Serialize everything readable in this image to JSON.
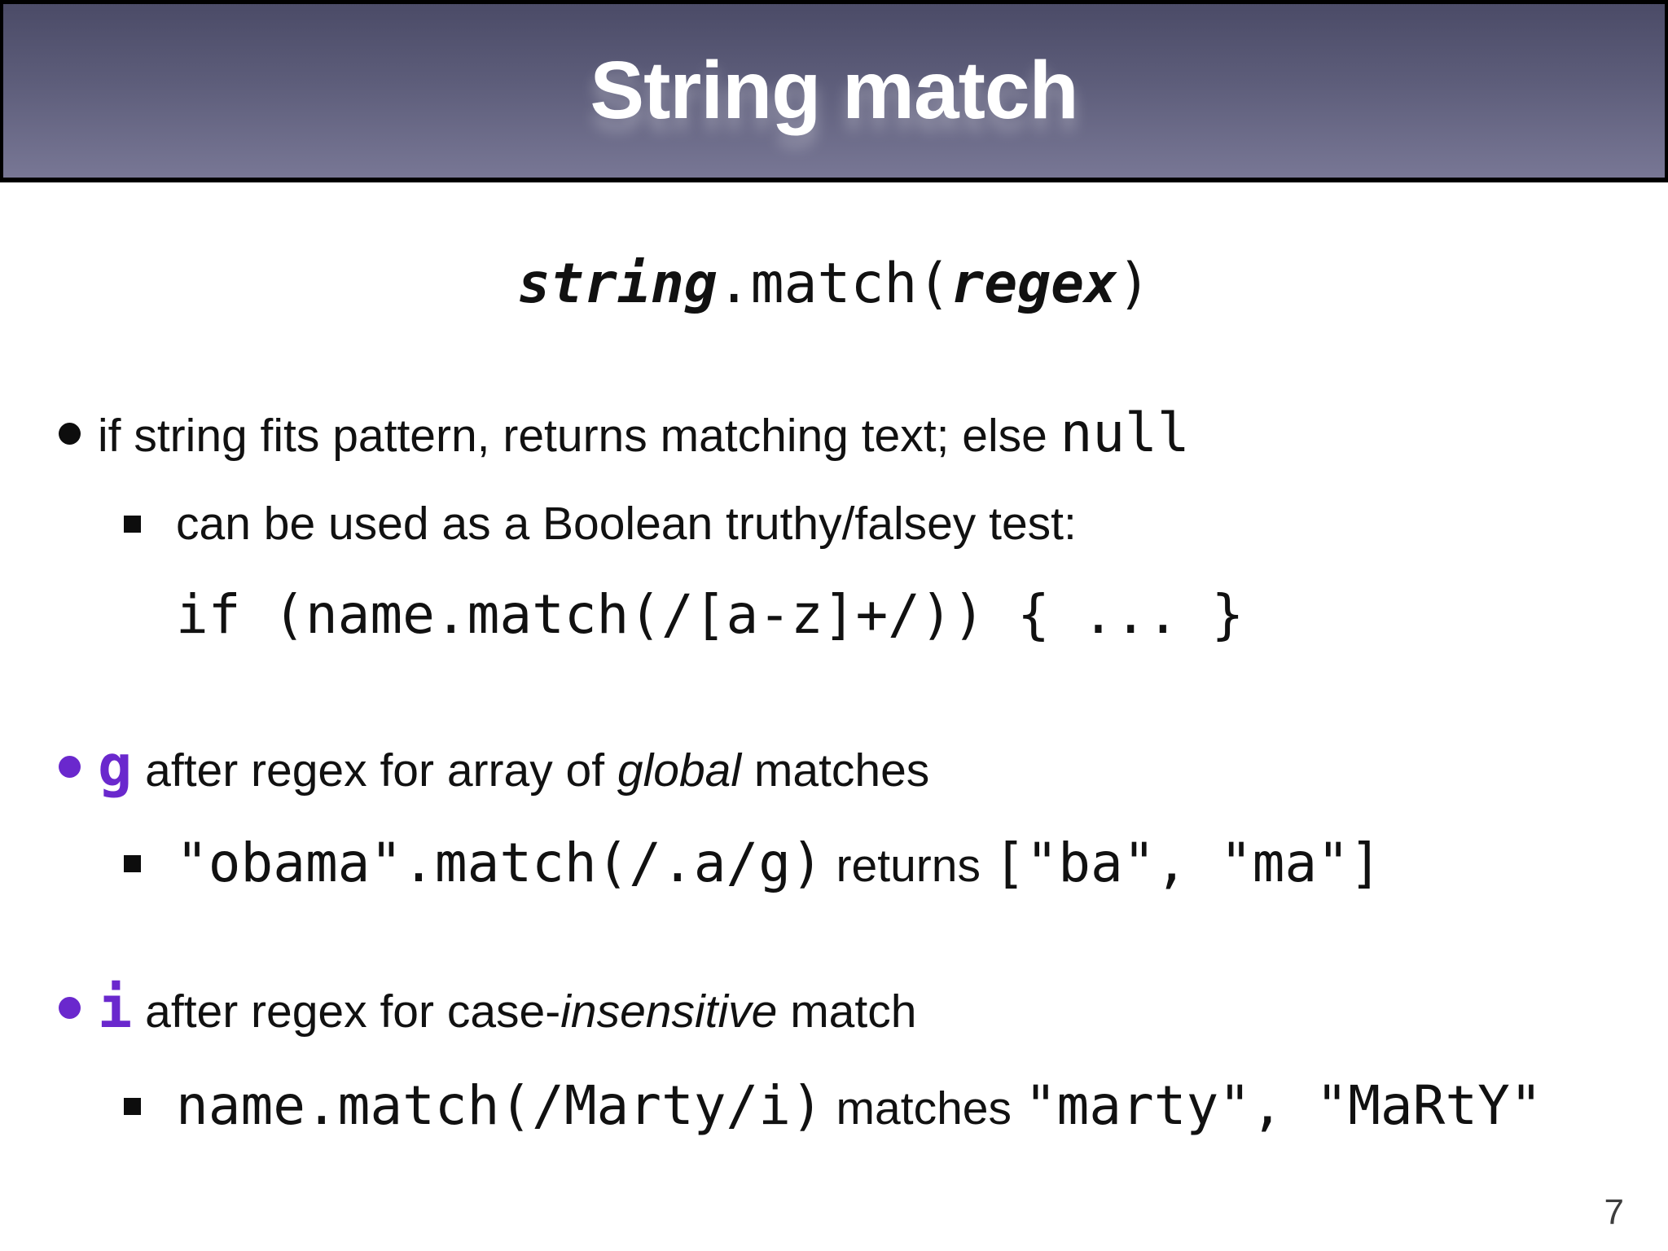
{
  "slide": {
    "title": "String match",
    "page_number": "7",
    "colors": {
      "accent_purple": "#6a28cd",
      "header_top": "#4b4b67",
      "header_bottom": "#787795",
      "text_color": "#111111",
      "page_number_color": "#3d3d3d"
    }
  },
  "syntax": {
    "object": "string",
    "method": ".match(",
    "argument": "regex",
    "close": ")"
  },
  "bullets": {
    "b1": {
      "text": "if string fits pattern, returns matching text; else ",
      "code": "null"
    },
    "b1a": {
      "text": "can be used as a Boolean truthy/falsey test:"
    },
    "b1code": {
      "code": "if (name.match(/[a-z]+/)) { ... }"
    },
    "b2": {
      "flag": "g",
      "text1": "after regex for array of ",
      "italic": "global",
      "text2": " matches"
    },
    "b2a": {
      "code1": "\"obama\".match(/.a/g)",
      "text": " returns ",
      "code2": "[\"ba\", \"ma\"]"
    },
    "b3": {
      "flag": "i",
      "text1": "after regex for case-",
      "italic": "insensitive",
      "text2": " match"
    },
    "b3a": {
      "code1": "name.match(/Marty/i)",
      "text": " matches ",
      "code2": "\"marty\"",
      "sep": ", ",
      "code3": "\"MaRtY\""
    }
  }
}
